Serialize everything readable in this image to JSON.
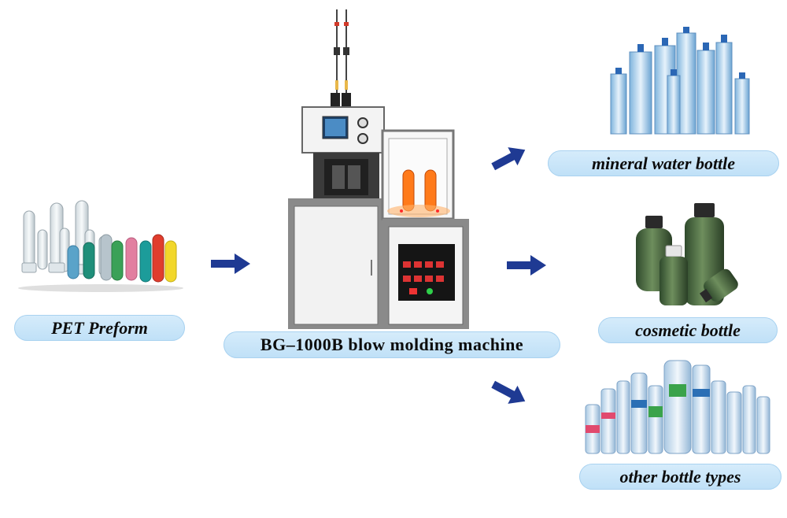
{
  "colors": {
    "label_bg": "#c7e4f8",
    "arrow": "#1f3a93",
    "machine_frame": "#7d7d7d",
    "machine_panel": "#f2f2f2",
    "heater_glow": "#ff7a1a"
  },
  "nodes": {
    "preform": {
      "label": "PET Preform"
    },
    "machine": {
      "label": "BG–1000B blow molding machine"
    },
    "outputs": [
      {
        "label": "mineral water bottle"
      },
      {
        "label": "cosmetic bottle"
      },
      {
        "label": "other bottle types"
      }
    ]
  },
  "arrows": [
    {
      "from": "preform",
      "to": "machine",
      "icon": "right-arrow-icon"
    },
    {
      "from": "machine",
      "to": "mineral water bottle",
      "icon": "up-right-arrow-icon"
    },
    {
      "from": "machine",
      "to": "cosmetic bottle",
      "icon": "right-arrow-icon"
    },
    {
      "from": "machine",
      "to": "other bottle types",
      "icon": "down-right-arrow-icon"
    }
  ]
}
